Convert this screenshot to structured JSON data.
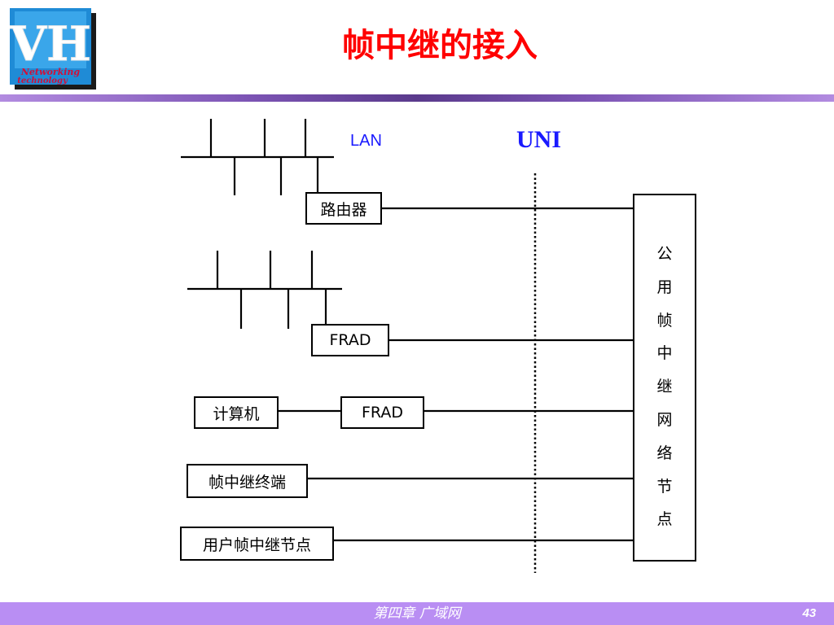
{
  "logo": {
    "letters": "VH",
    "text_line1": "Networking",
    "text_line2": "technology"
  },
  "title": "帧中继的接入",
  "diagram": {
    "lan_label": "LAN",
    "uni_label": "UNI",
    "router_label": "路由器",
    "frad_label_1": "FRAD",
    "computer_label": "计算机",
    "frad_label_2": "FRAD",
    "fr_terminal_label": "帧中继终端",
    "user_fr_node_label": "用户帧中继节点",
    "public_node_chars": [
      "公",
      "用",
      "帧",
      "中",
      "继",
      "网",
      "络",
      "节",
      "点"
    ]
  },
  "footer": {
    "chapter": "第四章  广域网",
    "page": "43"
  }
}
